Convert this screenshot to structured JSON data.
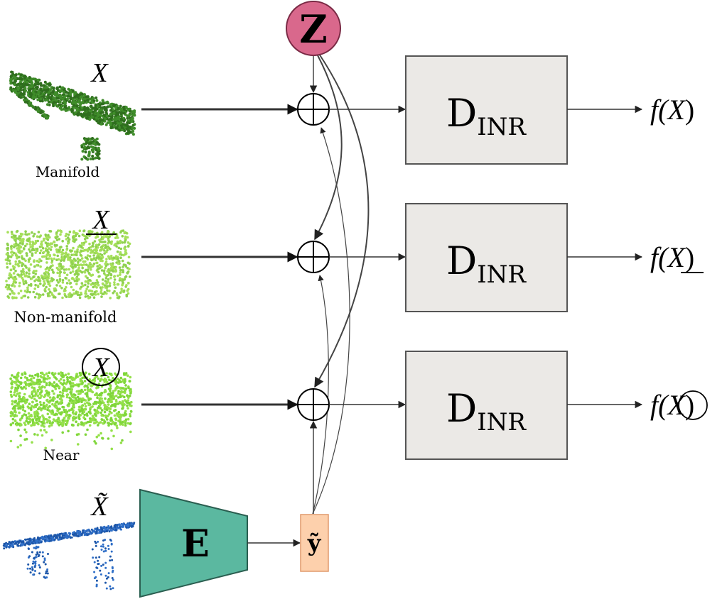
{
  "latent": {
    "label": "Z",
    "color": "#d9688c"
  },
  "rows": [
    {
      "id": "manifold",
      "set_symbol": "X",
      "caption": "Manifold",
      "decoder_main": "D",
      "decoder_sub": "INR",
      "output_prefix": "f(",
      "output_symbol": "X",
      "output_suffix": ")",
      "point_color": "#3f8c2a",
      "point_color_alt": "#2f6e1e"
    },
    {
      "id": "non-manifold",
      "set_symbol": "X",
      "caption": "Non-manifold",
      "decoder_main": "D",
      "decoder_sub": "INR",
      "output_prefix": "f(",
      "output_symbol": "X",
      "output_suffix": ")",
      "point_color": "#8fd14f",
      "point_color_alt": "#a6e05a"
    },
    {
      "id": "near",
      "set_symbol": "X",
      "caption": "Near",
      "decoder_main": "D",
      "decoder_sub": "INR",
      "output_prefix": "f(",
      "output_symbol": "X",
      "output_suffix": ")",
      "point_color": "#7fd63a",
      "point_color_alt": "#95e04a"
    }
  ],
  "input": {
    "symbol": "X̃",
    "point_color": "#2f6fc8"
  },
  "encoder": {
    "label": "E",
    "color": "#5bb8a0"
  },
  "embedding": {
    "label": "ỹ",
    "color": "#fdd0ac"
  },
  "colors": {
    "decoder_fill": "#ebe9e6",
    "decoder_stroke": "#555555",
    "arrow": "#333333"
  }
}
